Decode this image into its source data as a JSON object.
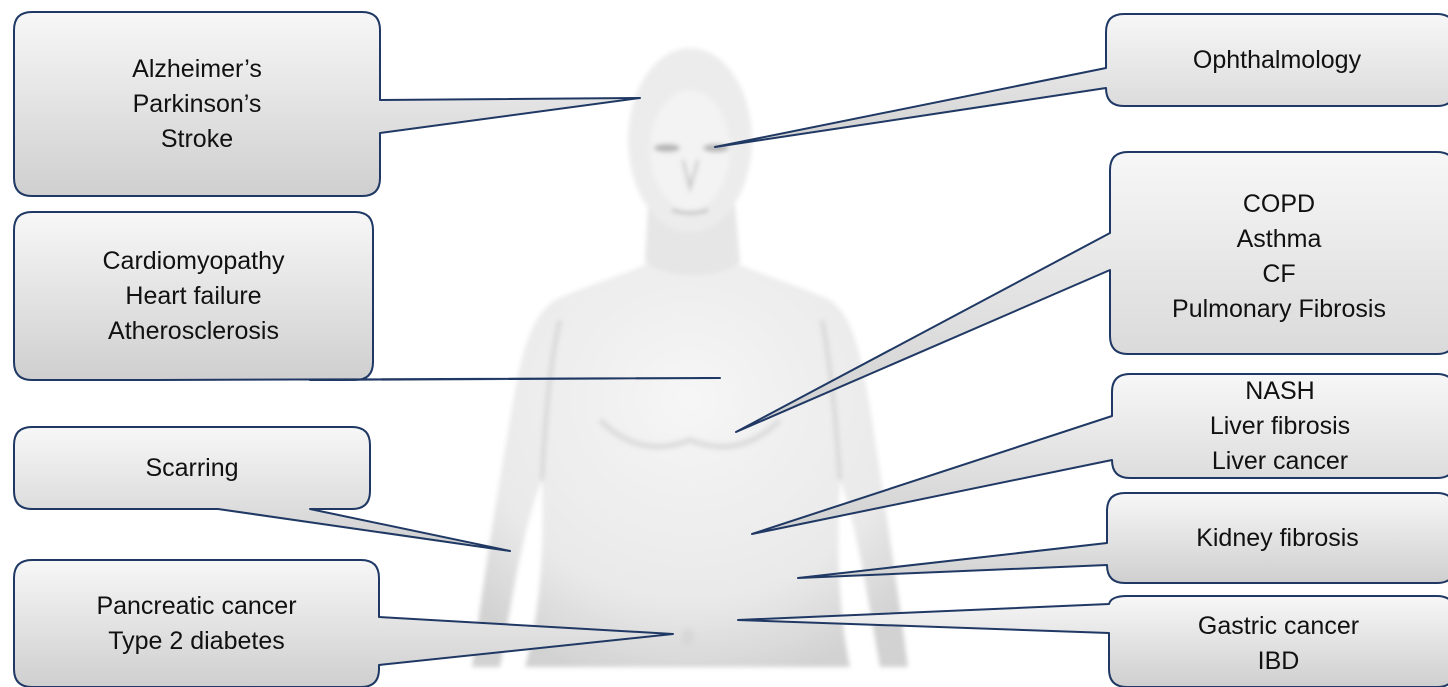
{
  "callouts": [
    {
      "id": "neuro",
      "lines": [
        "Alzheimer’s",
        "Parkinson’s",
        "Stroke"
      ]
    },
    {
      "id": "ophthalmology",
      "lines": [
        "Ophthalmology"
      ]
    },
    {
      "id": "cardio",
      "lines": [
        "Cardiomyopathy",
        "Heart failure",
        "Atherosclerosis"
      ]
    },
    {
      "id": "lung",
      "lines": [
        "COPD",
        "Asthma",
        "CF",
        "Pulmonary Fibrosis"
      ]
    },
    {
      "id": "liver",
      "lines": [
        "NASH",
        "Liver fibrosis",
        "Liver cancer"
      ]
    },
    {
      "id": "scarring",
      "lines": [
        "Scarring"
      ]
    },
    {
      "id": "kidney",
      "lines": [
        "Kidney fibrosis"
      ]
    },
    {
      "id": "pancreas",
      "lines": [
        "Pancreatic cancer",
        "Type 2 diabetes"
      ]
    },
    {
      "id": "gastric",
      "lines": [
        "Gastric cancer",
        "IBD"
      ]
    }
  ],
  "colors": {
    "border": "#1f3864",
    "fill_top": "#f7f7f7",
    "fill_bottom": "#cfcfcf",
    "body_light": "#f4f4f4",
    "body_shade": "#d6d6d6"
  }
}
